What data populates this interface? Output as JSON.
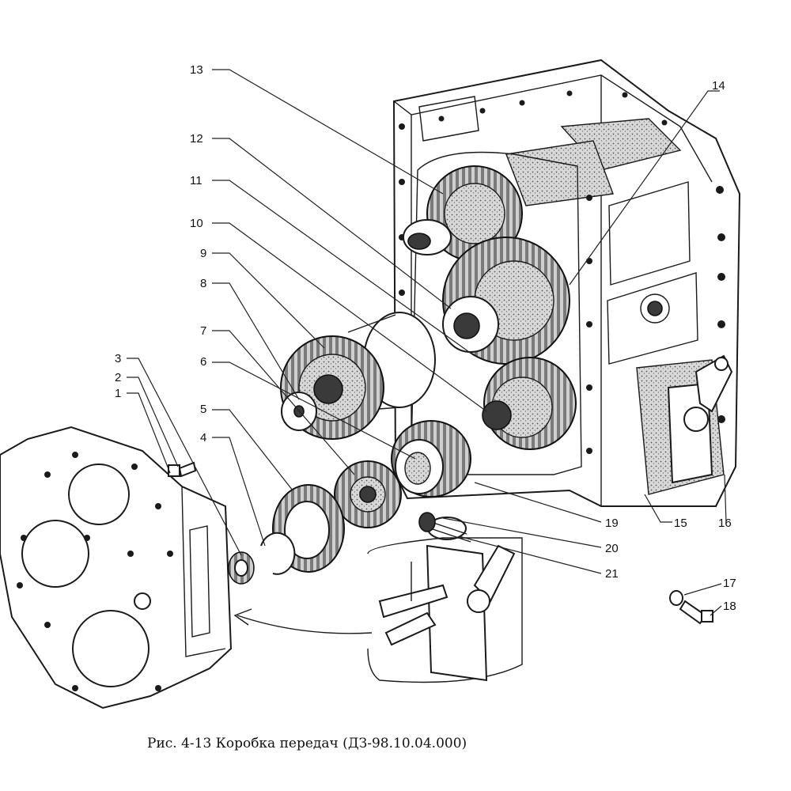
{
  "caption": "Рис. 4-13 Коробка передач (ДЗ-98.10.04.000)",
  "callouts": [
    {
      "n": "1"
    },
    {
      "n": "2"
    },
    {
      "n": "3"
    },
    {
      "n": "4"
    },
    {
      "n": "5"
    },
    {
      "n": "6"
    },
    {
      "n": "7"
    },
    {
      "n": "8"
    },
    {
      "n": "9"
    },
    {
      "n": "10"
    },
    {
      "n": "11"
    },
    {
      "n": "12"
    },
    {
      "n": "13"
    },
    {
      "n": "14"
    },
    {
      "n": "15"
    },
    {
      "n": "16"
    },
    {
      "n": "17"
    },
    {
      "n": "18"
    },
    {
      "n": "19"
    },
    {
      "n": "20"
    },
    {
      "n": "21"
    }
  ]
}
